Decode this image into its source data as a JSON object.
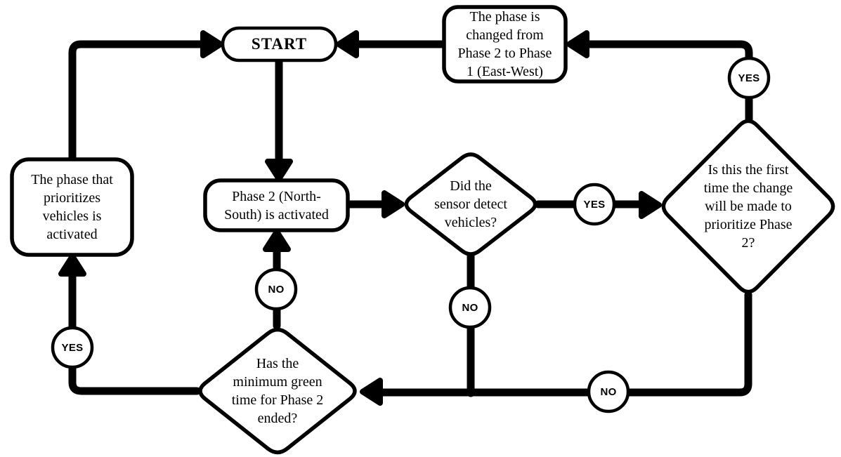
{
  "diagram": {
    "type": "flowchart",
    "background_color": "#ffffff",
    "stroke_color": "#000000",
    "text_color": "#000000",
    "nodes": {
      "start": {
        "type": "terminator",
        "label": "START"
      },
      "phase_change": {
        "type": "process",
        "label": "The phase is\nchanged from\nPhase 2 to Phase\n1 (East-West)"
      },
      "priority_phase": {
        "type": "process",
        "label": "The phase that\nprioritizes\nvehicles is\nactivated"
      },
      "phase2_active": {
        "type": "process",
        "label": "Phase 2 (North-\nSouth) is activated"
      },
      "sensor_detect": {
        "type": "decision",
        "label": "Did the\nsensor detect\nvehicles?"
      },
      "first_change": {
        "type": "decision",
        "label": "Is this the first\ntime the change\nwill be made to\nprioritize Phase\n2?"
      },
      "min_green": {
        "type": "decision",
        "label": "Has the\nminimum green\ntime for Phase 2\nended?"
      }
    },
    "branch_labels": {
      "first_change_yes": "YES",
      "sensor_yes": "YES",
      "min_green_yes": "YES",
      "min_green_no": "NO",
      "sensor_no": "NO",
      "first_change_no": "NO"
    }
  }
}
